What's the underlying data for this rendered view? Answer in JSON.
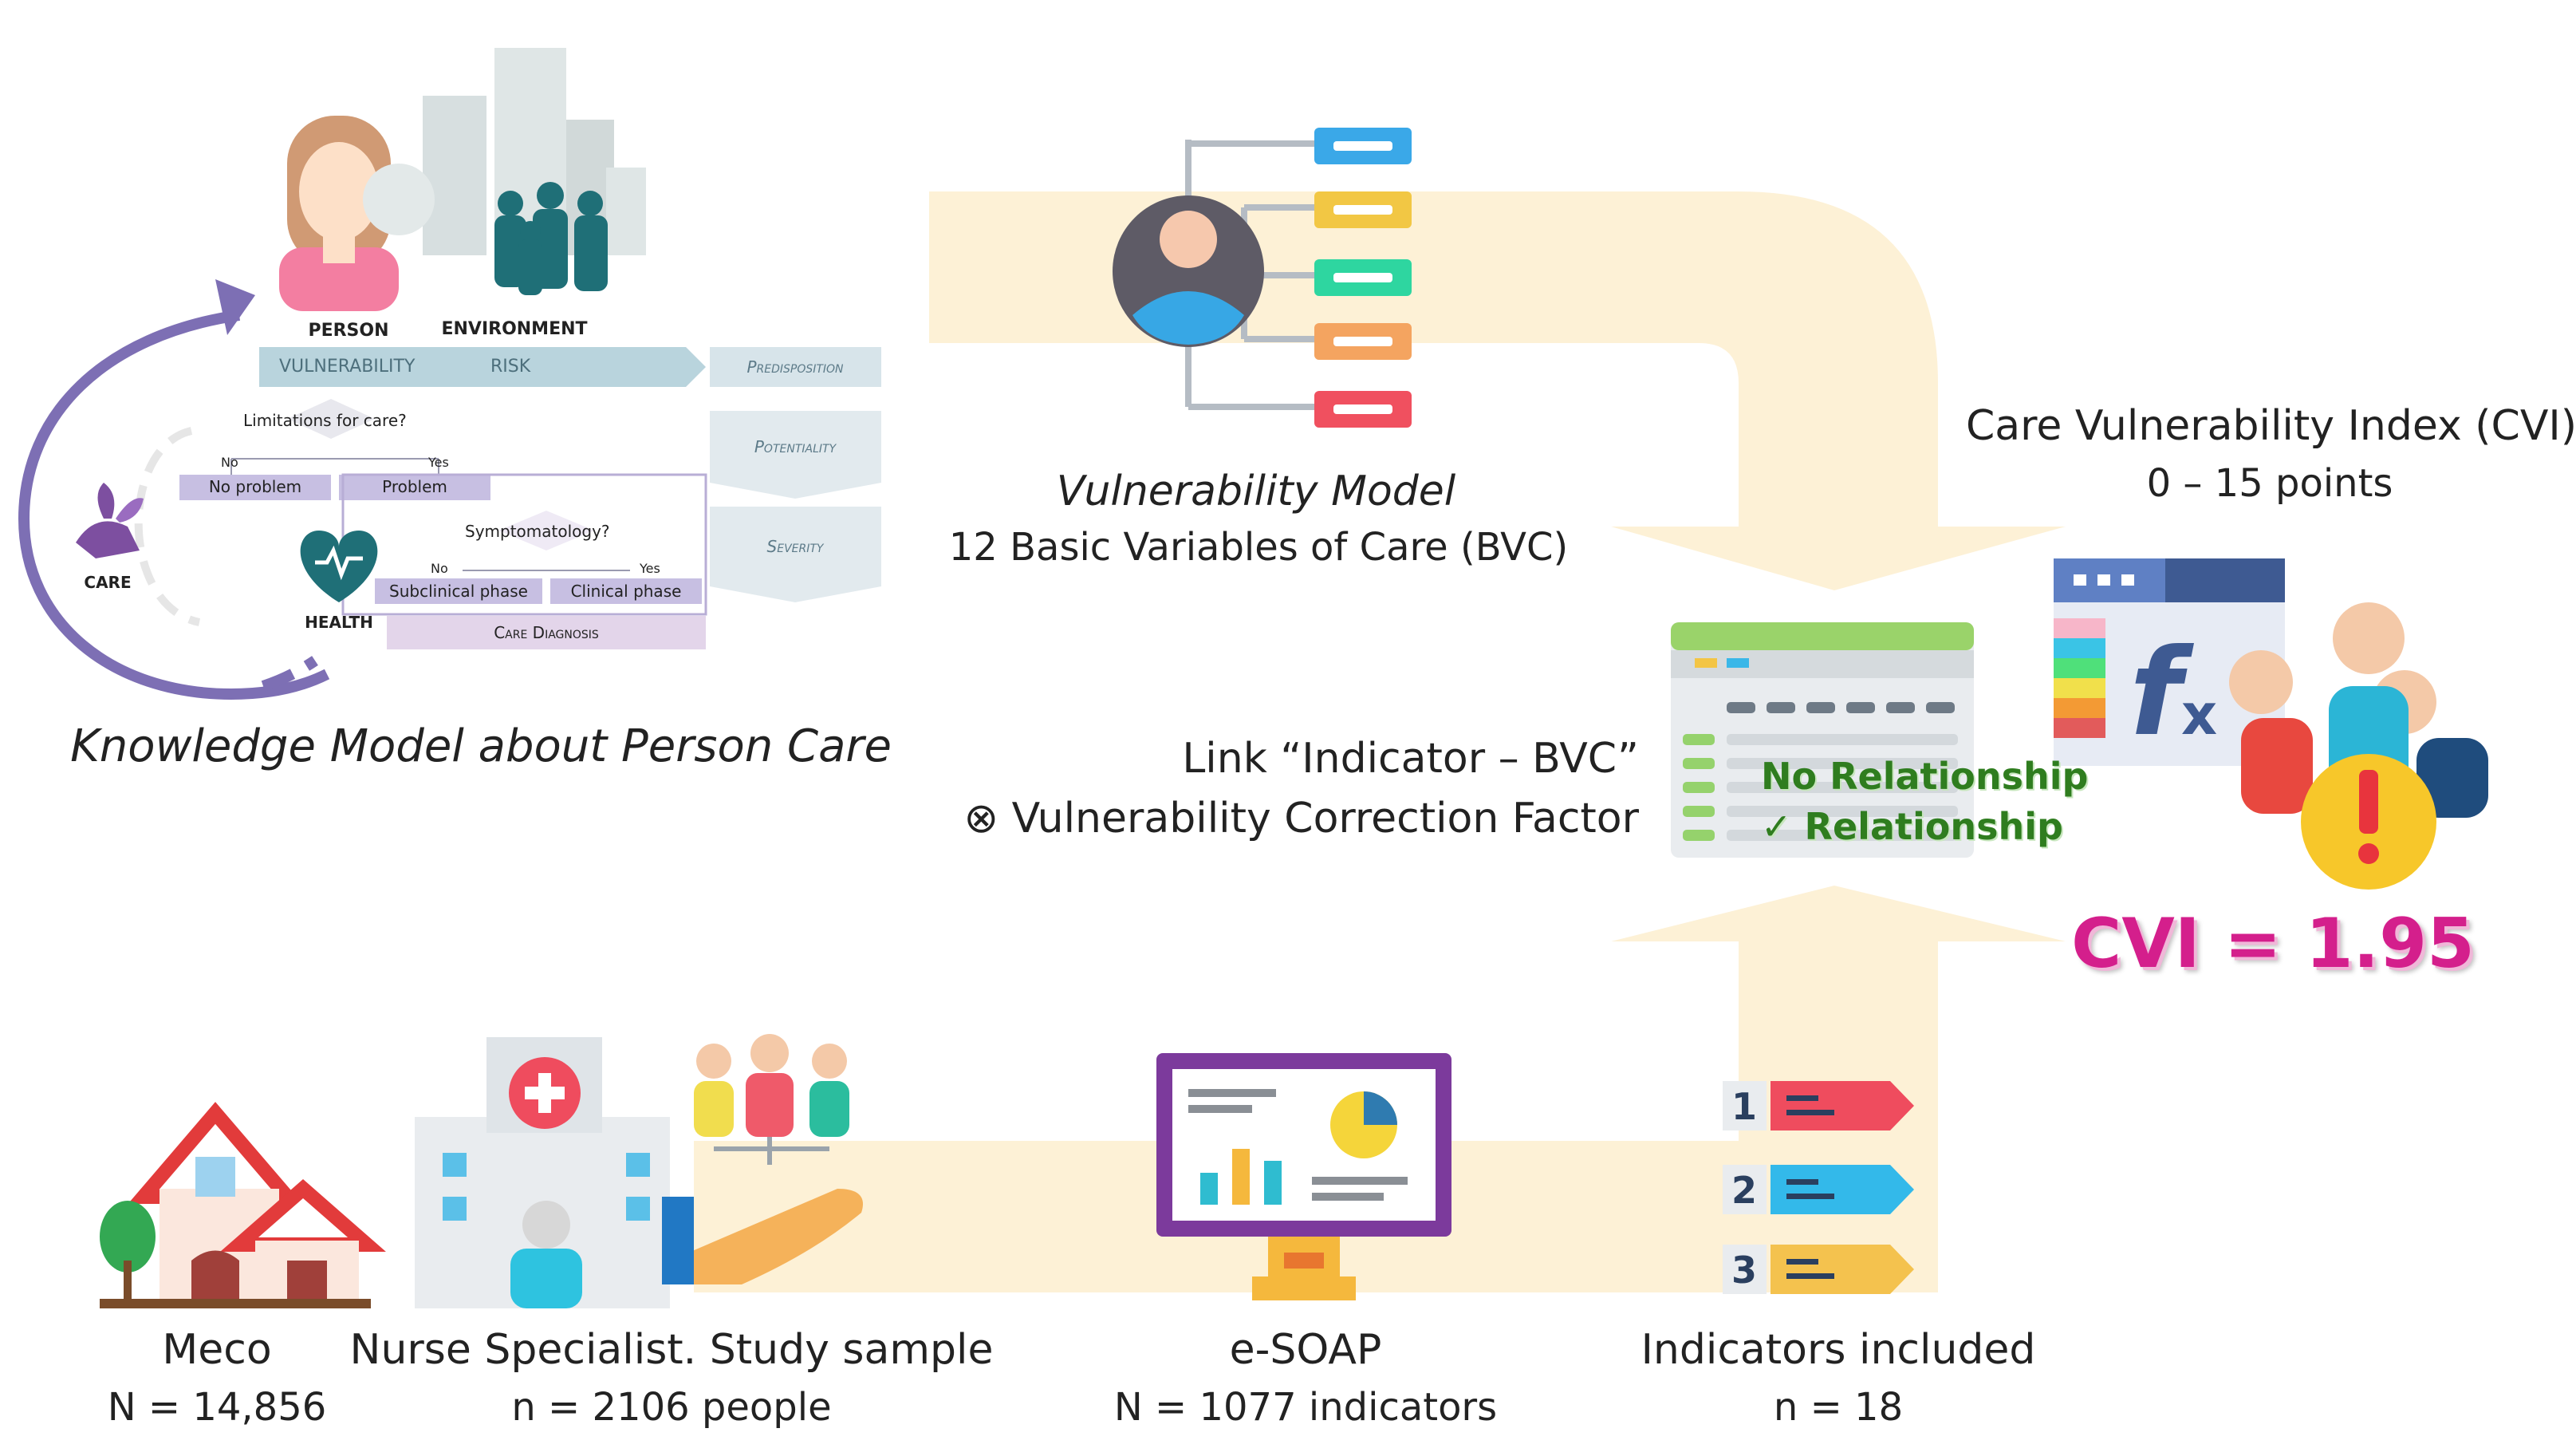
{
  "knowledge_model": {
    "caption": "Knowledge Model about Person Care",
    "person": "PERSON",
    "environment": "ENVIRONMENT",
    "vulnerability": "VULNERABILITY",
    "risk": "RISK",
    "predisposition": "Predisposition",
    "potentiality": "Potentiality",
    "severity": "Severity",
    "limitations": "Limitations for care?",
    "no1": "No",
    "yes1": "Yes",
    "no_problem": "No problem",
    "problem": "Problem",
    "symptomatology": "Symptomatology?",
    "no2": "No",
    "yes2": "Yes",
    "subclinical": "Subclinical phase",
    "clinical": "Clinical phase",
    "care_diagnosis": "Care Diagnosis",
    "care": "CARE",
    "health": "HEALTH"
  },
  "vulnerability_model": {
    "title": "Vulnerability Model",
    "subtitle": "12 Basic Variables of Care (BVC)",
    "box_colors": [
      "#3aa8e8",
      "#f2c744",
      "#2ed6a0",
      "#f4a460",
      "#f0505f"
    ]
  },
  "cvi": {
    "title": "Care Vulnerability Index (CVI)",
    "range": "0 – 15 points",
    "value": "CVI = 1.95"
  },
  "link": {
    "line1": "Link “Indicator – BVC”",
    "line2": "⊗ Vulnerability Correction Factor",
    "no_relationship": "No Relationship",
    "relationship": "✓ Relationship"
  },
  "bottom": {
    "meco_label": "Meco",
    "meco_n": "N = 14,856",
    "nurse_label": "Nurse Specialist. Study sample",
    "nurse_n": "n = 2106 people",
    "esoap_label": "e-SOAP",
    "esoap_n": "N = 1077 indicators",
    "indicators_label": "Indicators included",
    "indicators_n": "n = 18"
  },
  "indicators_list": {
    "items": [
      "1",
      "2",
      "3"
    ],
    "colors": [
      "#ef4c5e",
      "#33b9ea",
      "#f4c24e"
    ]
  },
  "colors": {
    "flow": "#fdf1d6",
    "accent": "#d41f8c",
    "circle_arrow": "#7d6fb4"
  }
}
